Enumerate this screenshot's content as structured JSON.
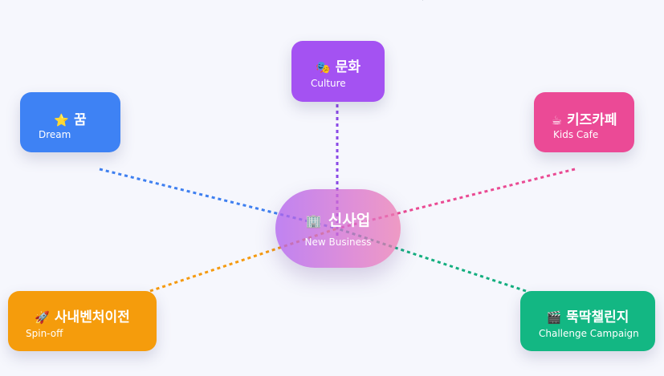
{
  "diagram": {
    "center": {
      "title": "신사업",
      "subtitle": "New Business",
      "icon": "office-building-icon",
      "glyph": "🏢"
    },
    "nodes": {
      "culture": {
        "title": "문화",
        "subtitle": "Culture",
        "icon": "theater-masks-icon",
        "glyph": "🎭",
        "color": "#a452f2"
      },
      "dream": {
        "title": "꿈",
        "subtitle": "Dream",
        "icon": "star-icon",
        "glyph": "⭐",
        "color": "#3e82f4"
      },
      "kids_cafe": {
        "title": "키즈카페",
        "subtitle": "Kids Cafe",
        "icon": "coffee-cup-icon",
        "glyph": "☕",
        "color": "#eb4a96"
      },
      "spin_off": {
        "title": "사내벤처이전",
        "subtitle": "Spin-off",
        "icon": "rocket-icon",
        "glyph": "🚀",
        "color": "#f59c0c"
      },
      "challenge": {
        "title": "뚝딱챌린지",
        "subtitle": "Challenge Campaign",
        "icon": "clapper-board-icon",
        "glyph": "🎬",
        "color": "#13b783"
      }
    },
    "top_mark": "/"
  }
}
